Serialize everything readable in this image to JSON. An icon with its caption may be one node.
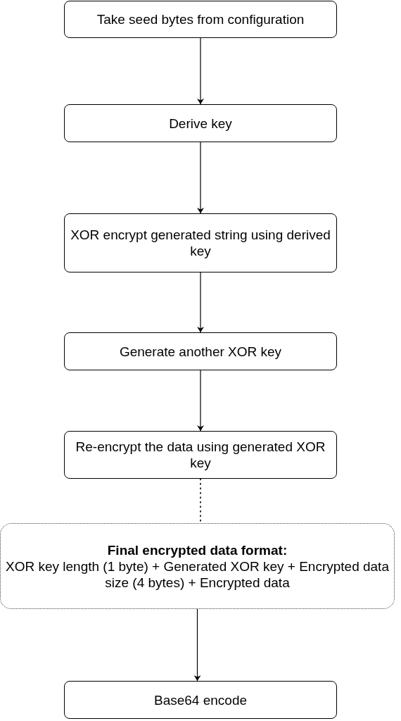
{
  "diagram": {
    "nodes": [
      {
        "text": [
          "Take seed bytes from configuration"
        ]
      },
      {
        "text": [
          "Derive key"
        ]
      },
      {
        "text": [
          "XOR encrypt generated string using derived key"
        ]
      },
      {
        "text": [
          "Generate another XOR key"
        ]
      },
      {
        "text": [
          "Re-encrypt the data using generated XOR key"
        ]
      },
      {
        "text": [
          "Final encrypted data format:",
          "XOR key length (1 byte) + Generated XOR key + Encrypted data size (4 bytes) + Encrypted data"
        ]
      },
      {
        "text": [
          "Base64 encode"
        ]
      }
    ],
    "edges": [
      {
        "from": 0,
        "to": 1,
        "arrow": "to"
      },
      {
        "from": 1,
        "to": 2,
        "arrow": "to"
      },
      {
        "from": 2,
        "to": 3,
        "arrow": "to"
      },
      {
        "from": 3,
        "to": 4,
        "arrow": "to"
      },
      {
        "from": 4,
        "to": 5,
        "arrow": "none",
        "style": "dashed"
      },
      {
        "from": 5,
        "to": 6,
        "arrow": "to"
      }
    ]
  }
}
